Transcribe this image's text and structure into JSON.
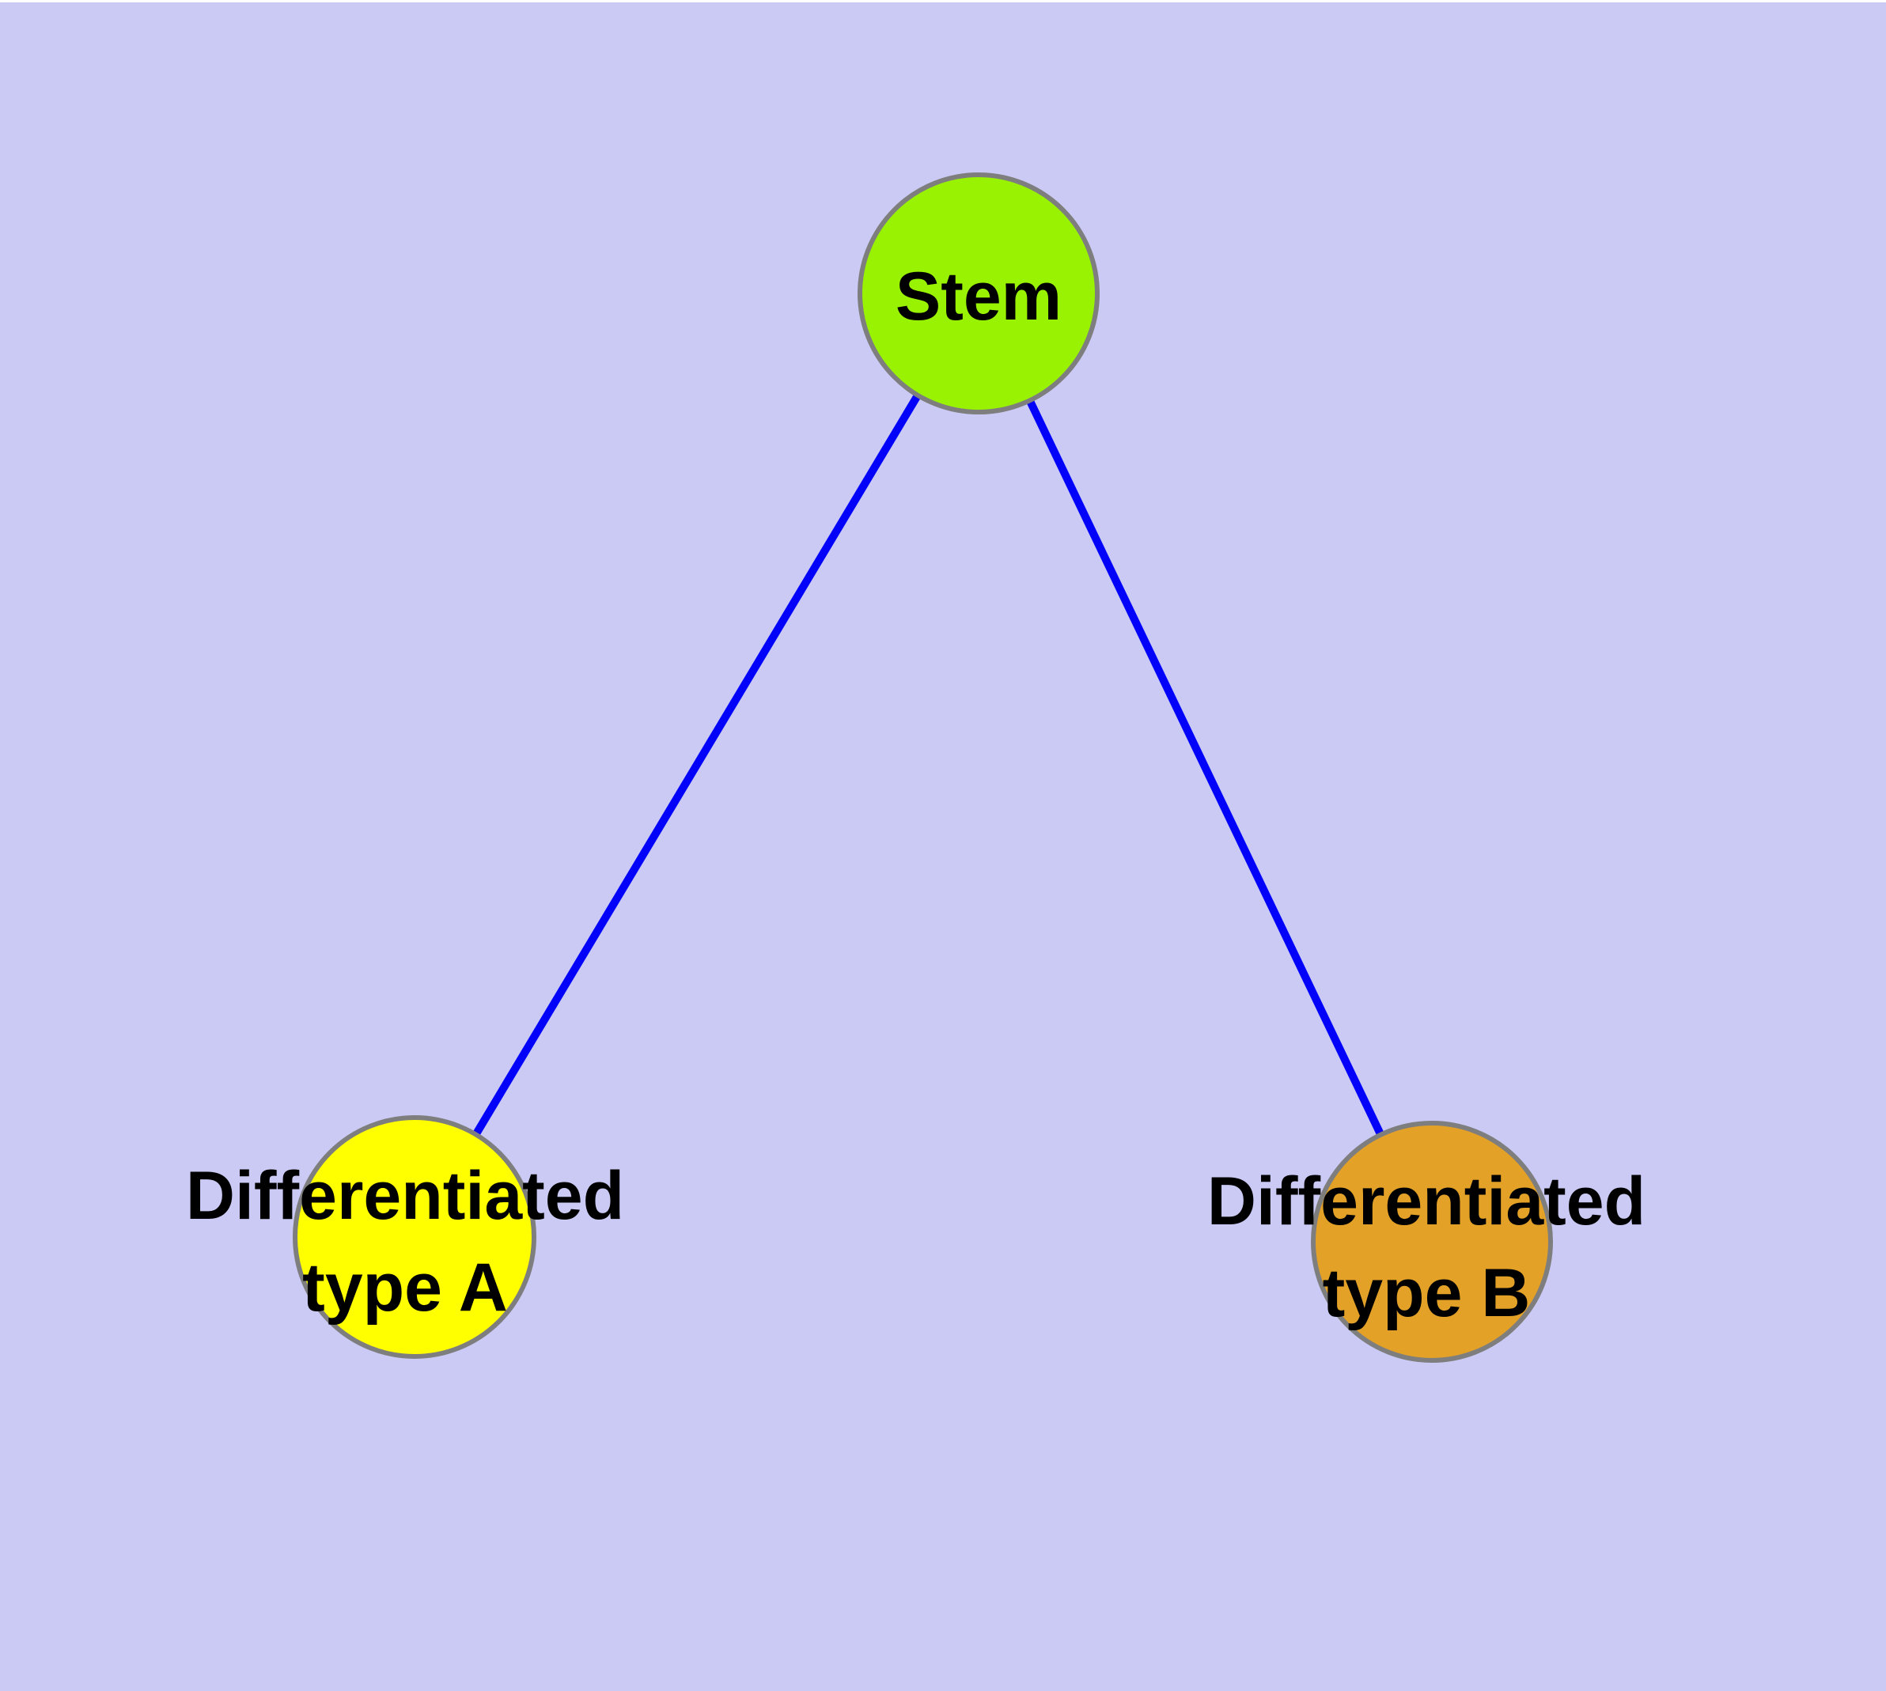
{
  "diagram": {
    "type": "graph",
    "background_color": "#cacaf5",
    "top_margin_color": "#ffffff",
    "edge_color": "#0202fa",
    "node_border_color": "#7e7e7e",
    "label_color": "#000000",
    "nodes": [
      {
        "id": "stem",
        "label": "Stem",
        "fill": "#98f202",
        "shape": "circle"
      },
      {
        "id": "type-a",
        "label": "Differentiated\ntype A",
        "fill": "#ffff00",
        "shape": "circle"
      },
      {
        "id": "type-b",
        "label": "Differentiated\ntype B",
        "fill": "#e3a127",
        "shape": "circle"
      }
    ],
    "edges": [
      {
        "from": "stem",
        "to": "type-a"
      },
      {
        "from": "stem",
        "to": "type-b"
      }
    ]
  }
}
